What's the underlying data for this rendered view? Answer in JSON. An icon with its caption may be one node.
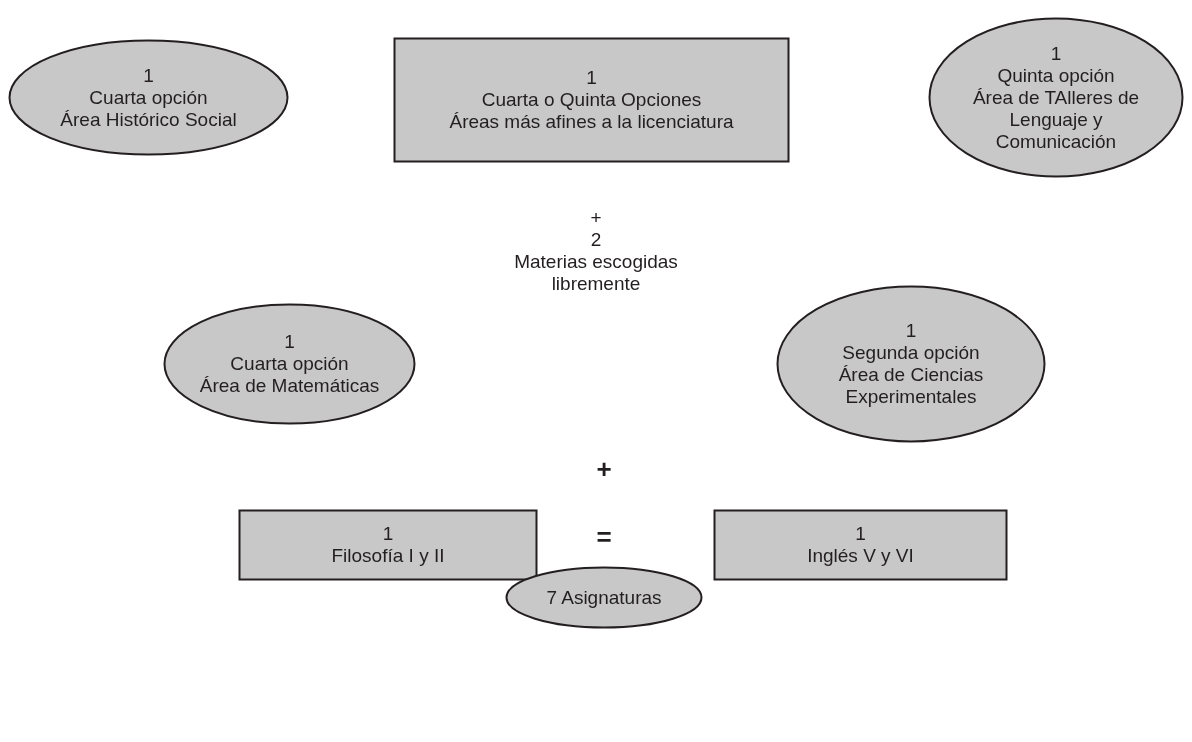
{
  "diagram": {
    "nodes": [
      {
        "text": [
          "1",
          "Cuarta opción",
          "Área Histórico Social"
        ]
      },
      {
        "text": [
          "1",
          "Cuarta o Quinta Opciones",
          "Áreas más afines a la licenciatura"
        ]
      },
      {
        "text": [
          "1",
          "Quinta opción",
          "Área de TAlleres de Lenguaje y Comunicación"
        ]
      },
      {
        "text": [
          "1",
          "Cuarta opción",
          "Área de Matemáticas"
        ]
      },
      {
        "text": [
          "1",
          "Segunda opción",
          "Área de Ciencias Experimentales"
        ]
      },
      {
        "text": [
          "1",
          "Filosofía I y II"
        ]
      },
      {
        "text": [
          "1",
          "Inglés V y VI"
        ]
      },
      {
        "text": [
          "7 Asignaturas"
        ]
      }
    ],
    "labels": [
      "+",
      "2",
      "Materias escogidas libremente",
      "+",
      "="
    ]
  }
}
